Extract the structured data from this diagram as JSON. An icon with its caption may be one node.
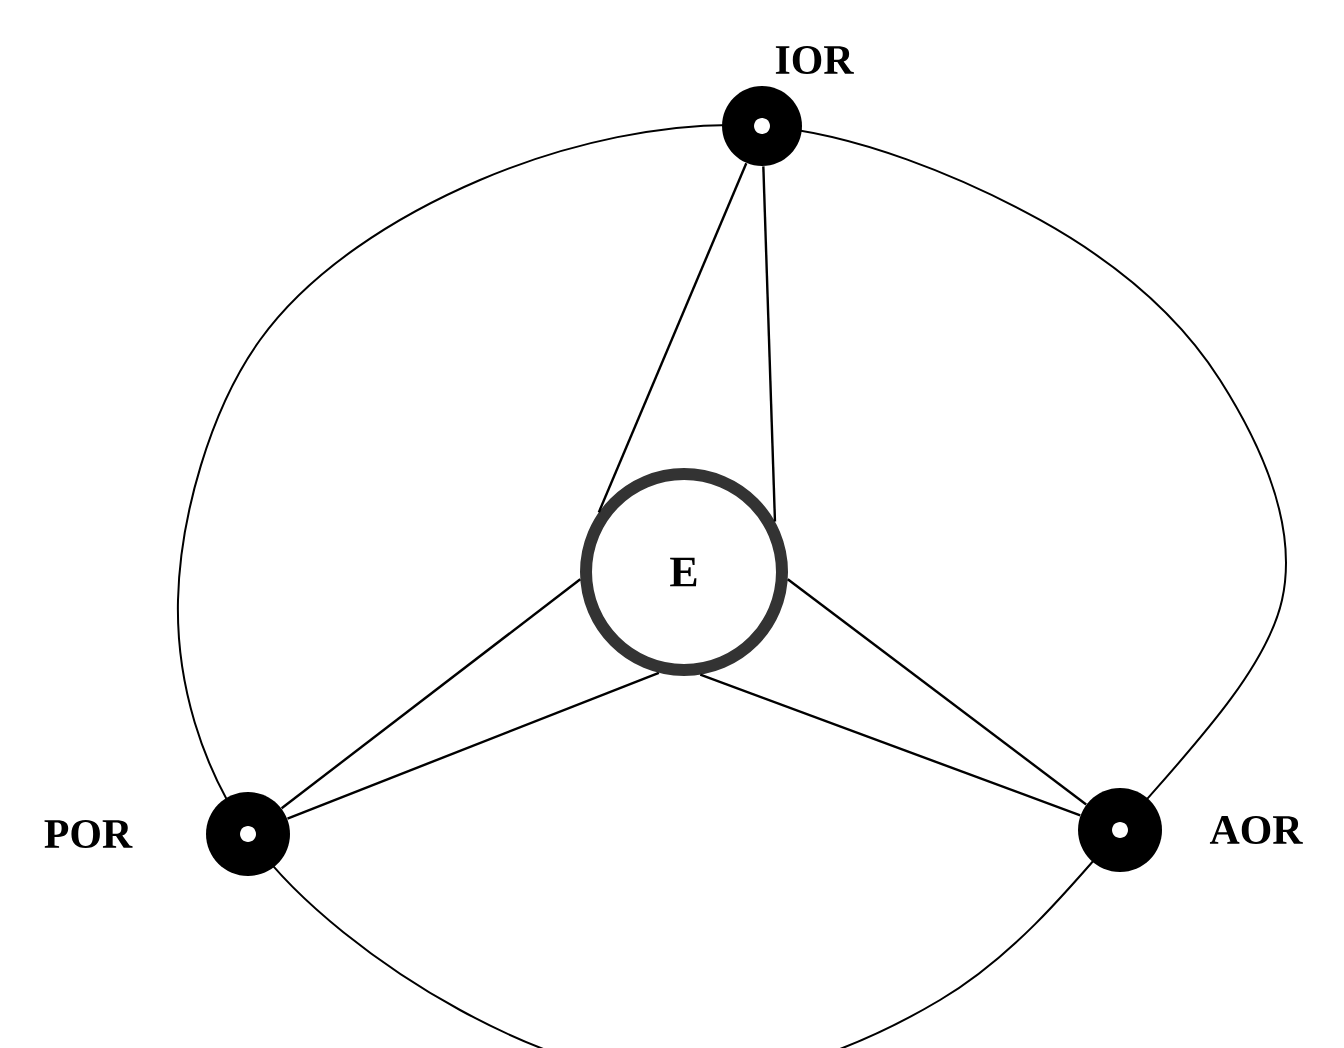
{
  "diagram": {
    "nodes": [
      {
        "text": [],
        "shape": "circle",
        "beside": [
          "IOR"
        ]
      },
      {
        "text": [
          "E"
        ]
      },
      {
        "text": [],
        "shape": "circle",
        "beside": [
          "POR"
        ]
      },
      {
        "text": [],
        "shape": "circle",
        "beside": [
          "AOR"
        ]
      }
    ],
    "edges": [
      {
        "from": 0,
        "to": 1,
        "arrow": "none"
      },
      {
        "from": 0,
        "to": 1,
        "arrow": "none"
      },
      {
        "from": 2,
        "to": 1,
        "arrow": "none"
      },
      {
        "from": 2,
        "to": 1,
        "arrow": "none"
      },
      {
        "from": 3,
        "to": 1,
        "arrow": "none"
      },
      {
        "from": 3,
        "to": 1,
        "arrow": "none"
      }
    ]
  }
}
